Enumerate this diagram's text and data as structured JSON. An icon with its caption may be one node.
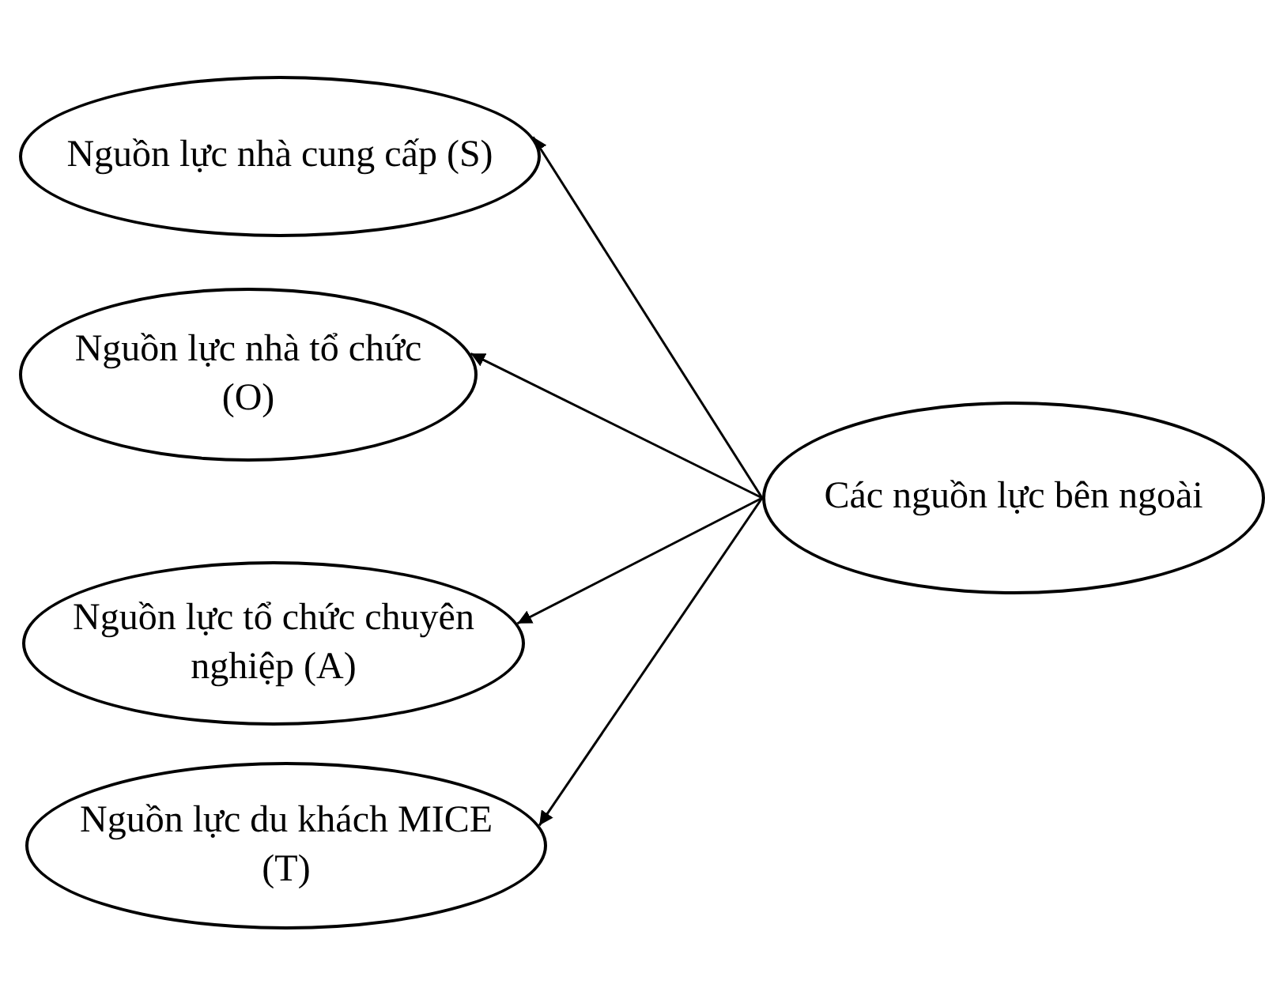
{
  "diagram": {
    "nodes": [
      {
        "text": [
          "Nguồn lực nhà cung cấp (S)"
        ]
      },
      {
        "text": [
          "Nguồn lực nhà tổ chức (O)"
        ]
      },
      {
        "text": [
          "Nguồn lực tổ chức chuyên nghiệp (A)"
        ]
      },
      {
        "text": [
          "Nguồn lực du khách MICE (T)"
        ]
      },
      {
        "text": [
          "Các nguồn lực bên ngoài"
        ]
      }
    ],
    "edges": [
      {
        "from": 4,
        "to": 0,
        "arrow": "to"
      },
      {
        "from": 4,
        "to": 1,
        "arrow": "to"
      },
      {
        "from": 4,
        "to": 2,
        "arrow": "to"
      },
      {
        "from": 4,
        "to": 3,
        "arrow": "to"
      }
    ]
  }
}
